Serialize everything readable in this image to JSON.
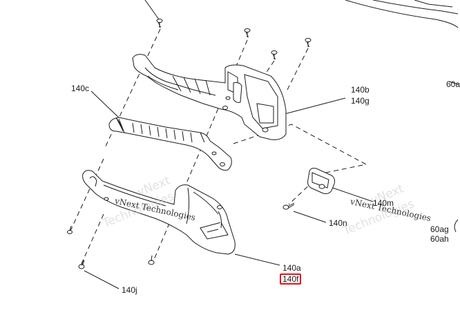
{
  "callouts": {
    "c140c": "140c",
    "c140b": "140b",
    "c140g": "140g",
    "c60a": "60a",
    "c140m": "140m",
    "c140n": "140n",
    "c60ag": "60ag",
    "c60ah": "60ah",
    "c140a": "140a",
    "c140f": "140f",
    "c140j": "140j"
  },
  "watermark": {
    "small": "vNext Technologies",
    "big_line1": "vNext",
    "big_line2": "Technologies"
  },
  "colors": {
    "line": "#1a1a1a",
    "highlight": "#e8111b"
  }
}
